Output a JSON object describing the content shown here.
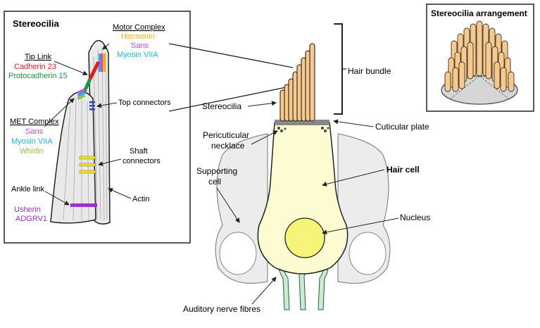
{
  "inset": {
    "title": "Stereocilia",
    "tip_link": {
      "heading": "Tip Link",
      "proteins": [
        {
          "name": "Cadherin 23",
          "color": "#e41a1c"
        },
        {
          "name": "Protocadherin 15",
          "color": "#1a9a3a"
        }
      ]
    },
    "motor_complex": {
      "heading": "Motor Complex",
      "proteins": [
        {
          "name": "Harmonin",
          "color": "#f0b400"
        },
        {
          "name": "Sans",
          "color": "#e040e0"
        },
        {
          "name": "Myosin VIIA",
          "color": "#1ab8e8"
        }
      ]
    },
    "met_complex": {
      "heading": "MET Complex",
      "proteins": [
        {
          "name": "Sans",
          "color": "#e040e0"
        },
        {
          "name": "Myosin VIIA",
          "color": "#1ab8e8"
        },
        {
          "name": "Whirlin",
          "color": "#8cc63f"
        }
      ]
    },
    "ankle_link": {
      "heading": "Ankle link",
      "proteins": [
        {
          "name": "Usherin",
          "color": "#9b30d0"
        },
        {
          "name": "ADGRV1",
          "color": "#9b30d0"
        }
      ]
    },
    "top_connectors": "Top connectors",
    "shaft_connectors_line1": "Shaft",
    "shaft_connectors_line2": "connectors",
    "actin": "Actin"
  },
  "main": {
    "hair_bundle": "Hair bundle",
    "stereocilia": "Stereocilia",
    "cuticular_plate": "Cuticular plate",
    "pericuticular_line1": "Pericuticular",
    "pericuticular_line2": "necklace",
    "hair_cell": "Hair cell",
    "supporting_line1": "Supporting",
    "supporting_line2": "cell",
    "nucleus": "Nucleus",
    "auditory_nerve": "Auditory nerve fibres"
  },
  "arrangement": {
    "title": "Stereocilia arrangement"
  },
  "colors": {
    "stereocilia_fill": "#f8c98a",
    "hair_cell_fill": "#fcfbd2",
    "nucleus_fill": "#f7f47a",
    "supporting_fill": "#ececec",
    "nerve_fill": "#c8ecd0",
    "inset_shaft_fill": "#e9e9e9",
    "yellow_connector": "#f5e11a",
    "blue_connector": "#2c3fbf",
    "ankle_connector": "#9b30d0"
  }
}
